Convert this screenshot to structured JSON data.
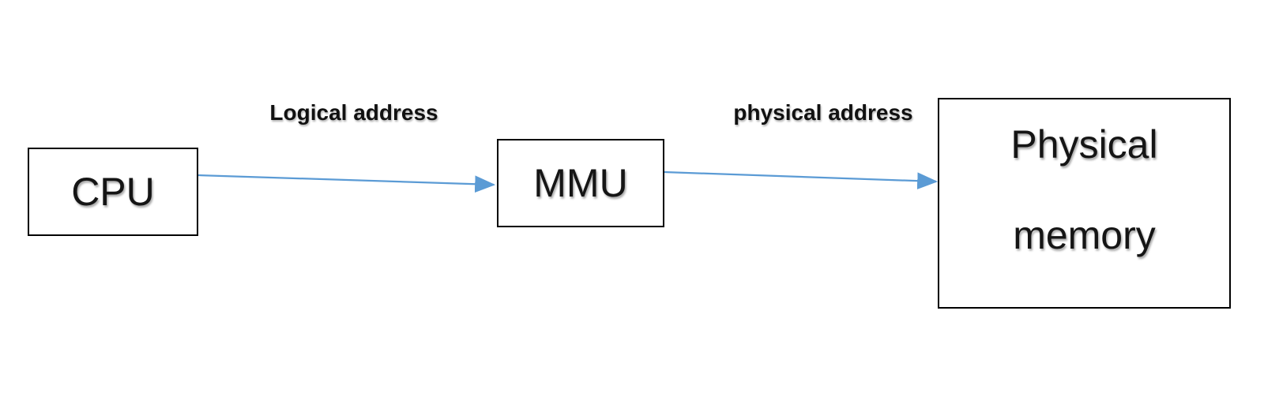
{
  "diagram": {
    "type": "flow-diagram",
    "nodes": [
      {
        "id": "cpu",
        "label": "CPU"
      },
      {
        "id": "mmu",
        "label": "MMU"
      },
      {
        "id": "physical-memory",
        "label_line1": "Physical",
        "label_line2": "memory"
      }
    ],
    "edges": [
      {
        "from": "cpu",
        "to": "mmu",
        "label": "Logical address",
        "direction": "right"
      },
      {
        "from": "mmu",
        "to": "physical-memory",
        "label": "physical address",
        "direction": "right"
      }
    ]
  },
  "colors": {
    "arrow": "#5b9bd5",
    "box_border": "#000000",
    "text": "#151515",
    "background": "#ffffff"
  }
}
